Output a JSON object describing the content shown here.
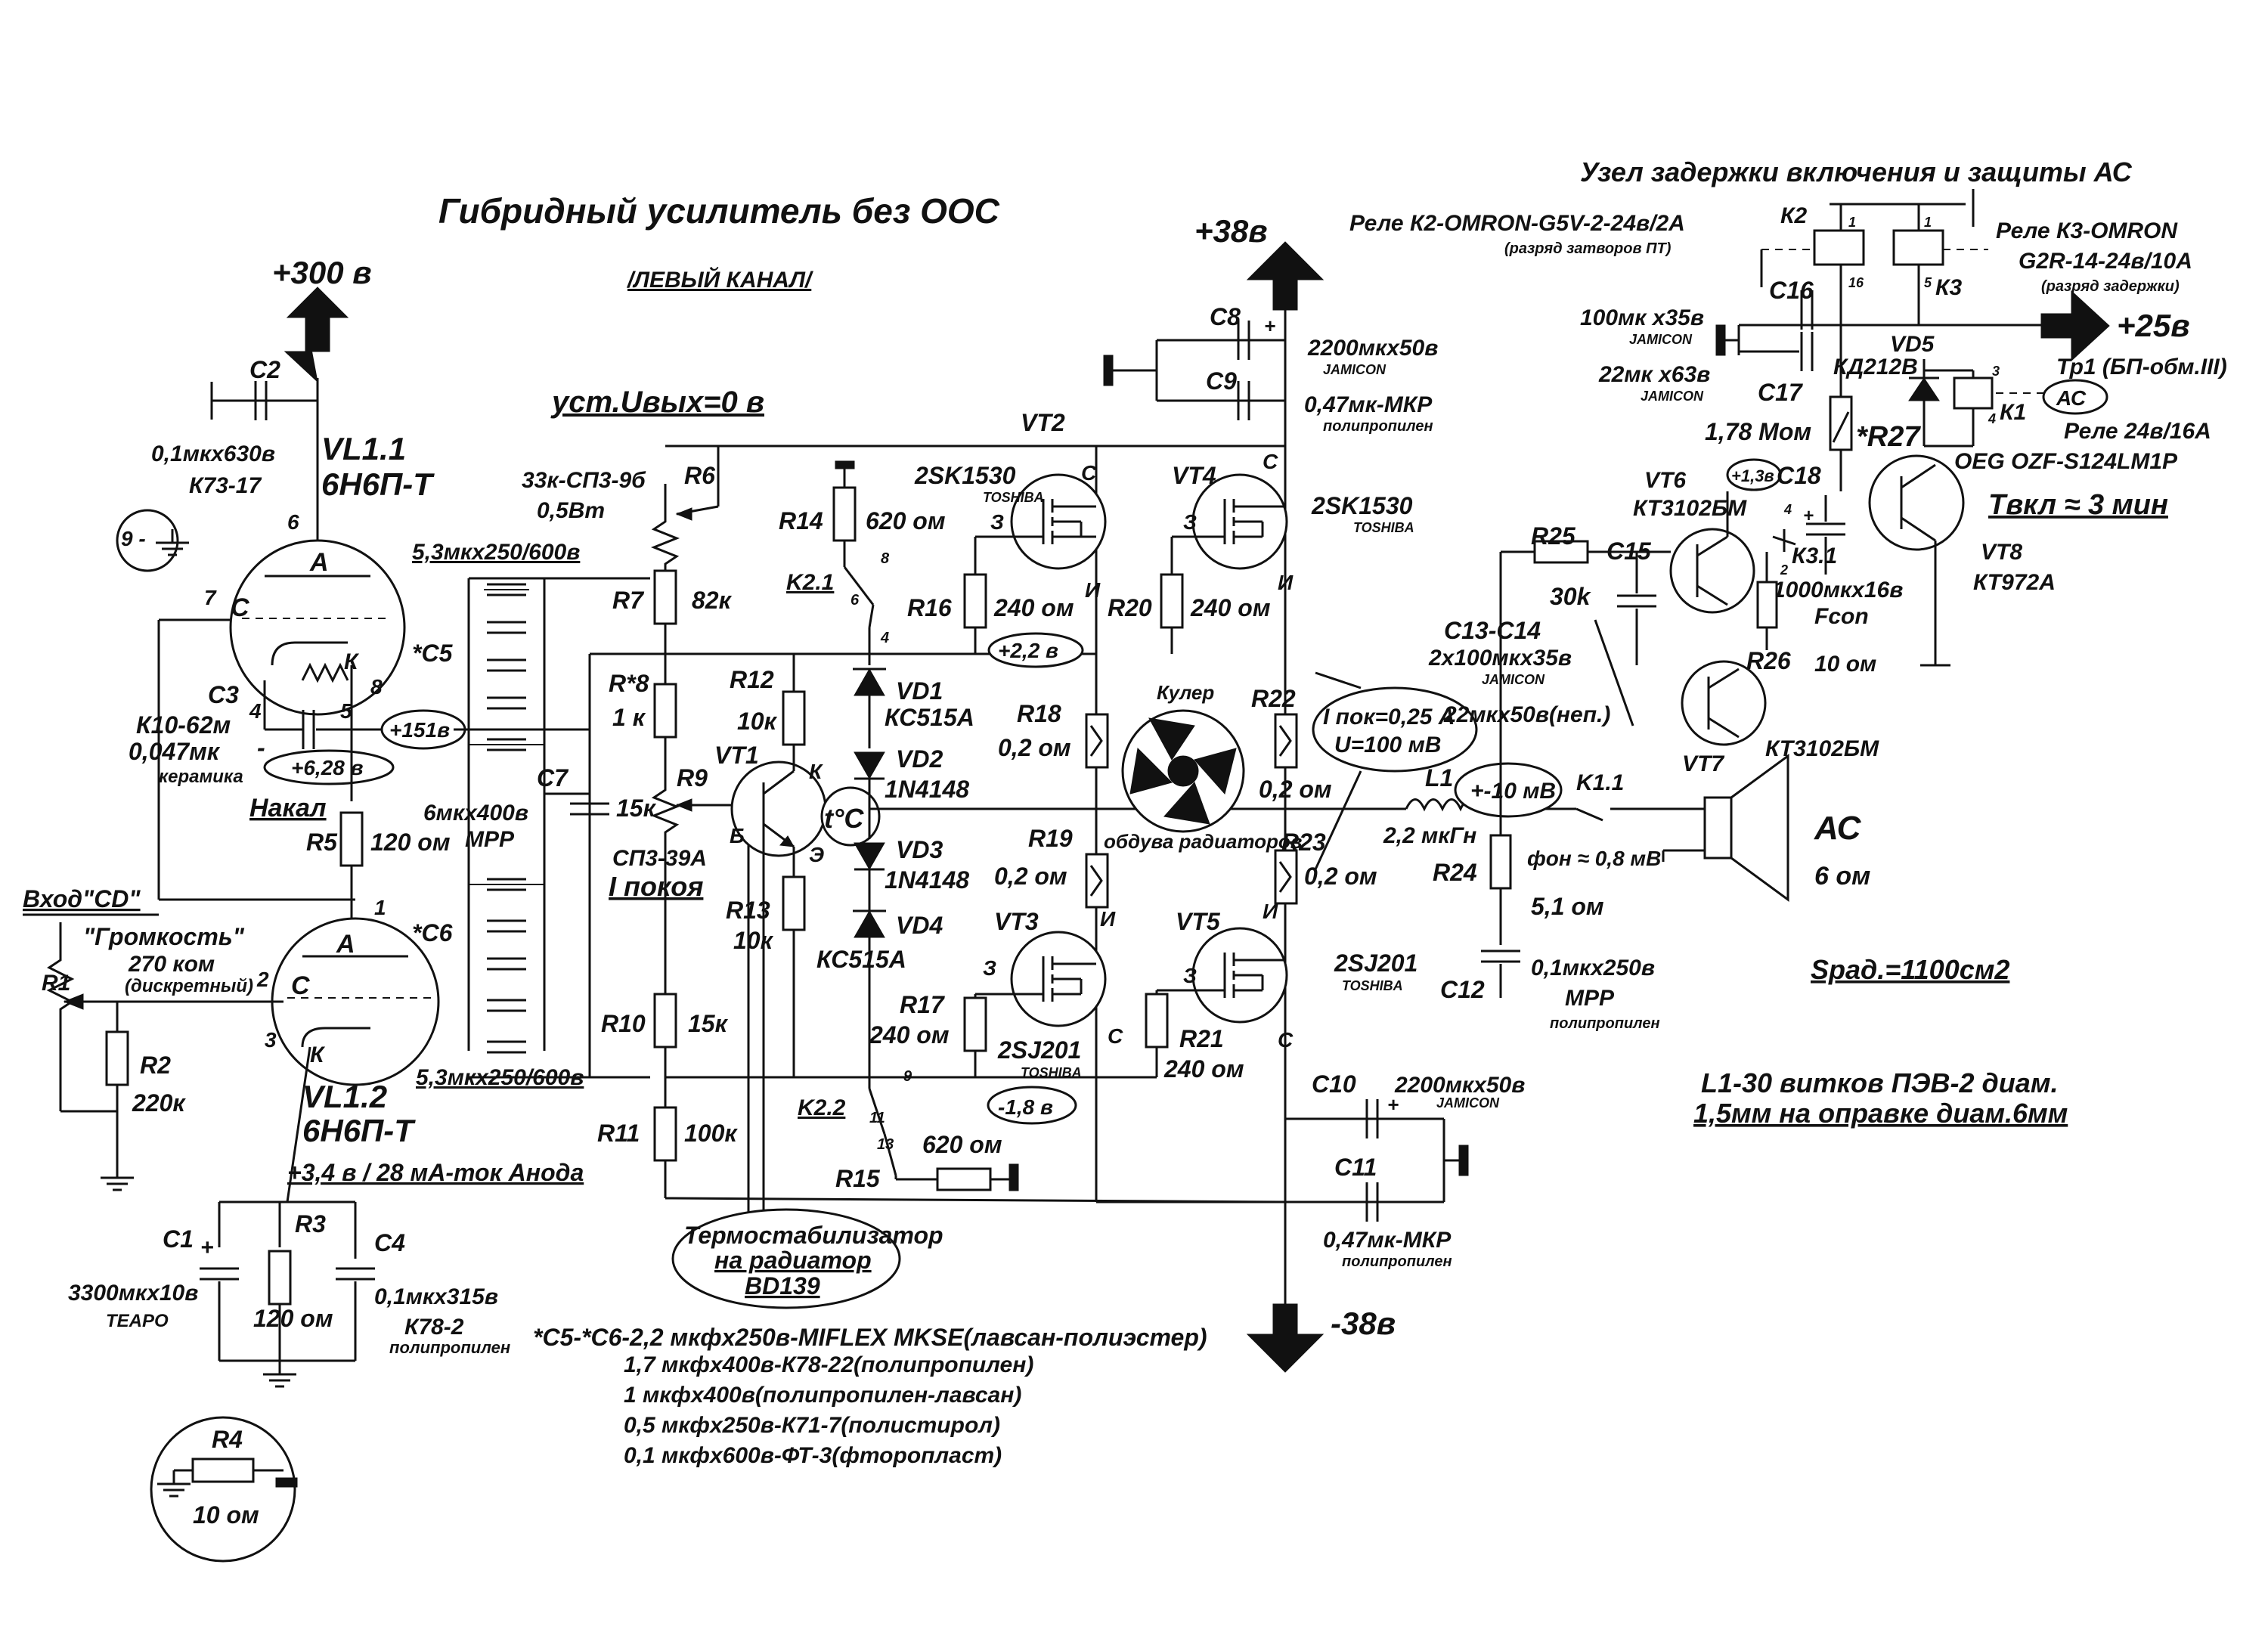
{
  "title": "Гибридный усилитель без ООС",
  "channel": "/ЛЕВЫЙ КАНАЛ/",
  "setting": "уст.Uвых=0 в",
  "protection_title": "Узел задержки включения и защиты АС",
  "rails": {
    "hv": "+300 в",
    "pos": "+38в",
    "neg": "-38в",
    "aux": "+25в"
  },
  "tubes": {
    "vl11": {
      "name": "VL1.1",
      "type": "6Н6П-Т",
      "pin_a": "6",
      "pin_c": "7",
      "pin_k": "8",
      "pin4": "4",
      "pin5": "5",
      "pin9": "9 -"
    },
    "vl12": {
      "name": "VL1.2",
      "type": "6Н6П-Т",
      "pin_a": "1",
      "pin_c": "2",
      "pin_k": "3",
      "note": "+3,4 в / 28 мА-ток Анода"
    },
    "letters": {
      "a": "А",
      "c": "С",
      "k": "К"
    }
  },
  "components": {
    "c2": {
      "ref": "C2",
      "val": "0,1мкх630в",
      "type": "К73-17"
    },
    "c3": {
      "ref": "C3",
      "type": "К10-62м",
      "val": "0,047мк",
      "note": "керамика"
    },
    "heater": {
      "label": "Накал",
      "v": "+6,28 в"
    },
    "v151": "+151в",
    "r5": {
      "ref": "R5",
      "val": "120 ом"
    },
    "input": "Вход\"CD\"",
    "r1": {
      "ref": "R1",
      "name": "\"Громкость\"",
      "val": "270 ком",
      "note": "(дискретный)"
    },
    "r2": {
      "ref": "R2",
      "val": "220к"
    },
    "c1": {
      "ref": "C1",
      "val": "3300мкх10в",
      "brand": "ТЕАРО"
    },
    "r3": {
      "ref": "R3",
      "val": "120 ом"
    },
    "c4": {
      "ref": "C4",
      "val": "0,1мкх315в",
      "type": "К78-2",
      "note": "полипропилен"
    },
    "r4": {
      "ref": "R4",
      "val": "10 ом"
    },
    "c5": {
      "ref": "*C5",
      "val": "5,3мкх250/600в"
    },
    "c6": {
      "ref": "*C6",
      "val": "5,3мкх250/600в"
    },
    "c7": {
      "ref": "C7",
      "val": "6мкх400в",
      "type": "MPP"
    },
    "r6": {
      "ref": "R6",
      "val": "33к-СП3-9б",
      "p": "0,5Вт"
    },
    "r7": {
      "ref": "R7",
      "val": "82к"
    },
    "r8": {
      "ref": "R*8",
      "val": "1 к"
    },
    "r9": {
      "ref": "R9",
      "val": "15к",
      "type": "СП3-39А",
      "note": "I покоя"
    },
    "r10": {
      "ref": "R10",
      "val": "15к"
    },
    "r11": {
      "ref": "R11",
      "val": "100к"
    },
    "r12": {
      "ref": "R12",
      "val": "10к"
    },
    "r13": {
      "ref": "R13",
      "val": "10к"
    },
    "r14": {
      "ref": "R14",
      "val": "620 ом"
    },
    "r15": {
      "ref": "R15",
      "val": "620 ом"
    },
    "r16": {
      "ref": "R16",
      "val": "240 ом"
    },
    "r17": {
      "ref": "R17",
      "val": "240 ом"
    },
    "r18": {
      "ref": "R18",
      "val": "0,2 ом"
    },
    "r19": {
      "ref": "R19",
      "val": "0,2 ом"
    },
    "r20": {
      "ref": "R20",
      "val": "240 ом"
    },
    "r21": {
      "ref": "R21",
      "val": "240 ом"
    },
    "r22": {
      "ref": "R22",
      "val": "0,2 ом"
    },
    "r23": {
      "ref": "R23",
      "val": "0,2 ом"
    },
    "r24": {
      "ref": "R24",
      "val": "5,1 ом"
    },
    "r25": {
      "ref": "R25",
      "val": "30k"
    },
    "r26": {
      "ref": "R26"
    },
    "r27": {
      "ref": "*R27",
      "val": "1,78 Мом"
    },
    "vt1": {
      "ref": "VT1",
      "b": "Б",
      "k": "К",
      "e": "Э"
    },
    "vt2": {
      "ref": "VT2",
      "type": "2SK1530",
      "brand": "TOSHIBA"
    },
    "vt3": {
      "ref": "VT3",
      "type": "2SJ201",
      "brand": "TOSHIBA"
    },
    "vt4": {
      "ref": "VT4",
      "type": "2SK1530",
      "brand": "TOSHIBA"
    },
    "vt5": {
      "ref": "VT5",
      "type": "2SJ201",
      "brand": "TOSHIBA"
    },
    "vt6": {
      "ref": "VT6",
      "type": "КТ3102БМ"
    },
    "vt7": {
      "ref": "VT7",
      "type": "КТ3102БМ"
    },
    "vt8": {
      "ref": "VT8",
      "type": "КТ972А"
    },
    "fet": {
      "s": "С",
      "z": "З",
      "i": "И"
    },
    "vd1": {
      "ref": "VD1",
      "type": "КС515А"
    },
    "vd2": {
      "ref": "VD2",
      "type": "1N4148"
    },
    "vd3": {
      "ref": "VD3",
      "type": "1N4148"
    },
    "vd4": {
      "ref": "VD4",
      "type": "КС515А"
    },
    "vd5": {
      "ref": "VD5",
      "type": "КД212В"
    },
    "k21": {
      "ref": "K2.1",
      "p1": "8",
      "p2": "6",
      "p3": "4"
    },
    "k22": {
      "ref": "K2.2",
      "p1": "9",
      "p2": "11",
      "p3": "13"
    },
    "v22": "+2,2 в",
    "v18": "-1,8 в",
    "tc": "t°C",
    "cooler": "Кулер",
    "fan": "обдува радиаторов",
    "thermo": [
      "Термостабилизатор",
      "на радиатор",
      "BD139"
    ],
    "c8": {
      "ref": "C8",
      "val": "2200мкх50в",
      "brand": "JAMICON"
    },
    "c9": {
      "ref": "C9",
      "val": "0,47мк-МКР",
      "note": "полипропилен"
    },
    "c10": {
      "ref": "C10",
      "val": "2200мкх50в",
      "brand": "JAMICON"
    },
    "c11": {
      "ref": "C11",
      "val": "0,47мк-МКР",
      "note": "полипропилен"
    },
    "ipok": [
      "I пок=0,25 А",
      "U=100 мВ"
    ],
    "l1": {
      "ref": "L1",
      "val": "2,2 мкГн"
    },
    "mv10": "+-10 мВ",
    "k11": "K1.1",
    "fon": "фон ≈ 0,8 мВ",
    "spk": {
      "name": "АС",
      "val": "6 ом"
    },
    "c12": {
      "ref": "C12",
      "val": "0,1мкх250в",
      "type": "MPP",
      "note": "полипропилен"
    },
    "srad": "Sрад.=1100см2",
    "l1note": [
      "L1-30 витков ПЭВ-2 диам.",
      "1,5мм на оправке диам.6мм"
    ],
    "k2": {
      "ref": "К2",
      "text": "Реле К2-OMRON-G5V-2-24в/2А",
      "note": "(разряд затворов ПТ)"
    },
    "k3": {
      "ref": "К3",
      "text1": "Реле К3-OMRON",
      "text2": "G2R-14-24в/10А",
      "note": "(разряд задержки)"
    },
    "c16": {
      "ref": "C16",
      "val": "100мк х35в",
      "brand": "JAMICON"
    },
    "c17": {
      "ref": "C17",
      "val": "22мк х63в",
      "brand": "JAMICON"
    },
    "tr1": "Тр1 (БП-обм.III)",
    "ac": "АС",
    "k1": {
      "ref": "К1",
      "text1": "Реле 24в/16А",
      "text2": "OEG  OZF-S124LM1P"
    },
    "tvkl": "Tвкл ≈ 3 мин",
    "v13": "+1,3в",
    "c18": {
      "ref": "C18",
      "val": "1000мкх16в",
      "note": "Fcon"
    },
    "k31": "К3.1",
    "c15": "C15",
    "c1314": {
      "ref": "C13-C14",
      "val": "2x100мкх35в",
      "brand": "JAMICON"
    },
    "c22": "22мкх50в(неп.)",
    "r26val": "10 ом",
    "pins": {
      "p1": "1",
      "p16": "16",
      "p5": "5",
      "p3": "3",
      "p4": "4",
      "p2": "2"
    },
    "caplist": [
      "*C5-*C6-2,2 мкфх250в-MIFLEX MKSE(лавсан-полиэстер)",
      "1,7 мкфх400в-К78-22(полипропилен)",
      "1 мкфх400в(полипропилен-лавсан)",
      "0,5 мкфх250в-К71-7(полистирол)",
      "0,1 мкфх600в-ФТ-3(фторопласт)"
    ]
  }
}
